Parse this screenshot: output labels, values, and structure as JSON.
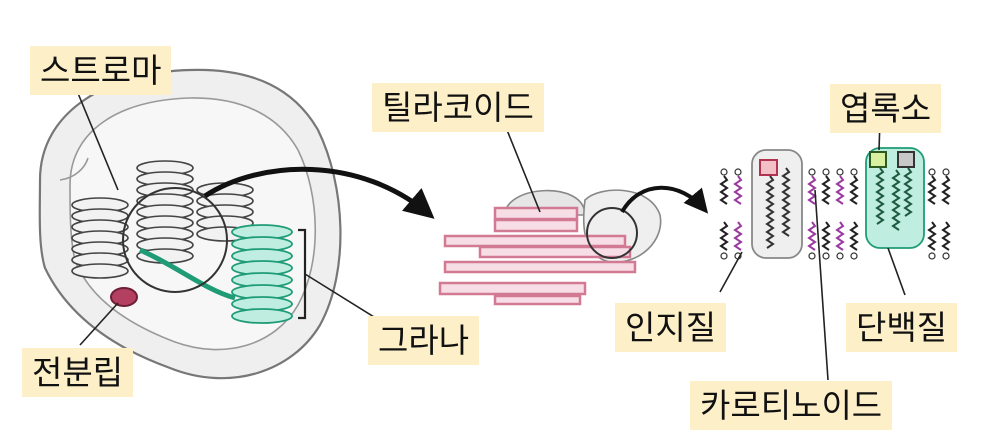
{
  "labels": {
    "stroma": "스트로마",
    "starch_grain": "전분립",
    "grana": "그라나",
    "thylakoid": "틸라코이드",
    "lipid": "인지질",
    "chlorophyll": "엽록소",
    "protein": "단백질",
    "carotenoid": "카로티노이드"
  },
  "colors": {
    "grana_highlight": "#4fc8a0",
    "thylakoid_membrane": "#d27a94",
    "carotenoid_chain": "#9a3aa0",
    "lipid_chain": "#222222",
    "label_background": "#fdf0c8"
  }
}
